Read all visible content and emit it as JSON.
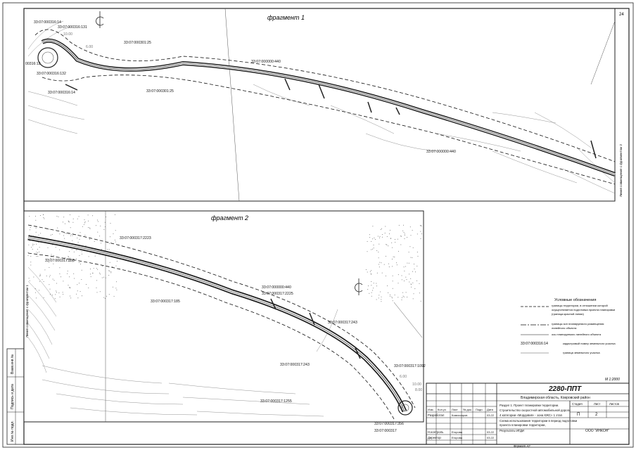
{
  "sheet": {
    "page_number": "24",
    "scale": "М 1:2000",
    "format": "Формат  А2"
  },
  "fragment1": {
    "title": "фрагмент 1",
    "side_label": "Линия совмещения с фрагментом 2",
    "labels": {
      "l1": "33:07:000316:14",
      "l2": "33:07:000316:131",
      "l3": "10.00",
      "l4": "6.00",
      "l5": "00316:12",
      "l6": "33:07:000316:132",
      "l7": "33:07:000316:14",
      "l8": "33:07:000301:25",
      "l9": "33:07:000301:25",
      "l10": "33:07:000000:440",
      "l11": "33:07:000000:440"
    }
  },
  "fragment2": {
    "title": "фрагмент 2",
    "side_label": "Линия совмещения с фрагментом 1",
    "labels": {
      "m1": "33:07:000317:2223",
      "m2": "33:07:000317:286",
      "m3": "33:07:000317:185",
      "m4": "33:07:000000:440",
      "m5": "33:07:000317:2225",
      "m6": "33:07:000317:243",
      "m7": "33:07:000317:243",
      "m8": "33:07:000317:1092",
      "m9": "33:07:000317:1255",
      "m10": "33:07:000317:356",
      "m11": "33:07:000317",
      "m12": "10.00",
      "m13": "8.00",
      "m14": "6.00"
    }
  },
  "legend": {
    "title": "Условные обозначения",
    "items": [
      {
        "text1": "границы территории, в отношении которой",
        "text2": "осуществляется подготовка проекта планировки",
        "text3": "(граница красной линии)"
      },
      {
        "text1": "границы зон планируемого размещения",
        "text2": "линейного объекта",
        "text3": ""
      },
      {
        "text1": "ось планируемого линейного объекта",
        "text2": "",
        "text3": ""
      },
      {
        "sample": "33:07:000316:14",
        "text1": "кадастровый номер земельного участка",
        "text2": "",
        "text3": ""
      },
      {
        "text1": "граница земельного участка",
        "text2": "",
        "text3": ""
      }
    ]
  },
  "stamp_left": {
    "c1": "Взам.инв.№",
    "c2": "Подпись и дата",
    "c3": "Инв.№ подл."
  },
  "title_block": {
    "code": "2280-ППТ",
    "region": "Владимирская область, Ковровский район",
    "headers": [
      "Изм.",
      "Кол.уч",
      "Лист",
      "№ док.",
      "Подп.",
      "Дата"
    ],
    "rows": [
      {
        "role": "Разработал",
        "name": "Комиссаров",
        "date": "03.22"
      },
      {
        "role": "Н.контроль",
        "name": "Егорова",
        "date": "03.22"
      },
      {
        "role": "Директор",
        "name": "Егорова",
        "date": "03.22"
      }
    ],
    "description": [
      "Раздел 1. Проект планировки территории.",
      "Строительство скоростной автомобильной дороги",
      "4 категории «Мордовия» - зона КЖС» 1 этап"
    ],
    "sheet_title": [
      "Схема использования территории в период подготовки",
      "проекта планировки территории,",
      "Результаты ИГДИ"
    ],
    "stage_header": "Стадия",
    "sheet_header": "Лист",
    "sheets_header": "Листов",
    "stage": "П",
    "sheet": "2",
    "org": "ООО \"ИНКОН\""
  }
}
